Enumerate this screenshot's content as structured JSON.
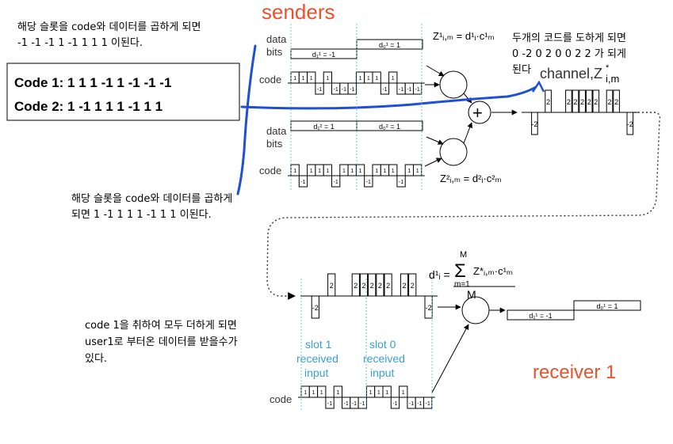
{
  "annotations": {
    "note_code1_line1": "해당 슬롯을 code와 데이터를 곱하게 되면",
    "note_code1_line2": "-1 -1 -1 1 -1 1 1 1 이된다.",
    "note_sum_line1": "두개의 코드를 도하게 되면",
    "note_sum_line2": "0 -2 0 2 0 0 2 2 가 되게",
    "note_sum_line3": "된다",
    "note_code2_line1": "해당 슬롯을 code와 데이터를 곱하게",
    "note_code2_line2": "되면 1 -1 1 1 1 -1 1 1 이된다.",
    "note_recv_line1": "code 1을 취하여 모두 더하게 되면",
    "note_recv_line2": "user1로 부터온 데이터를 받을수가",
    "note_recv_line3": "있다."
  },
  "codes_box": {
    "code1": "Code 1:  1  1  1 -1 1 -1 -1 -1",
    "code2": "Code 2: 1 -1  1  1  1 -1  1  1"
  },
  "titles": {
    "senders": "senders",
    "receiver": "receiver 1",
    "channel": "channel,Z",
    "channel_sup": "*",
    "channel_sub": "i,m"
  },
  "labels": {
    "data": "data",
    "bits": "bits",
    "code": "code",
    "slot1": [
      "slot 1",
      "received",
      "input"
    ],
    "slot0": [
      "slot 0",
      "received",
      "input"
    ],
    "M": "M"
  },
  "bits": {
    "s1_d1": "d",
    "s1_d1_sup": "1",
    "s1_d1_val": " = -1",
    "s1_d0_val": " = 1",
    "s2_d1_val": "2 = 1",
    "s2_d0_val": "2 = 1",
    "r_d1": "d₁¹ = -1",
    "r_d0": "d₀¹ = 1",
    "s1_d1_txt": "d₁¹ = -1",
    "s1_d0_txt": "d₀¹ = 1",
    "s2_d1_txt": "d₁² = 1",
    "s2_d0_txt": "d₀² = 1"
  },
  "formulas": {
    "z1": "Z¹ᵢ,ₘ = d¹ᵢ·c¹ₘ",
    "z2": "Z²ᵢ,ₘ = d²ᵢ·c²ₘ",
    "decode_lhs": "d¹ᵢ =",
    "decode_sum_top": "M",
    "decode_sigma": "Σ",
    "decode_sum_bottom": "m=1",
    "decode_term": "Z*ᵢ,ₘ·c¹ₘ",
    "decode_den": "M",
    "plus": "+"
  },
  "waveform": {
    "code1": [
      1,
      1,
      1,
      -1,
      1,
      -1,
      -1,
      -1
    ],
    "code2": [
      1,
      -1,
      1,
      1,
      1,
      -1,
      1,
      1
    ],
    "channel_slot1": [
      0,
      -2,
      0,
      2,
      0,
      0,
      2,
      2
    ],
    "channel_slot0": [
      2,
      2,
      2,
      0,
      2,
      2,
      0,
      -2
    ],
    "tick_value": "2"
  },
  "colors": {
    "senders": "#e8522f",
    "receiver": "#e8522f",
    "slot": "#3a9fd1",
    "pen": "#1f4fd6",
    "line": "#000000",
    "guide": "#5ab4dc"
  }
}
